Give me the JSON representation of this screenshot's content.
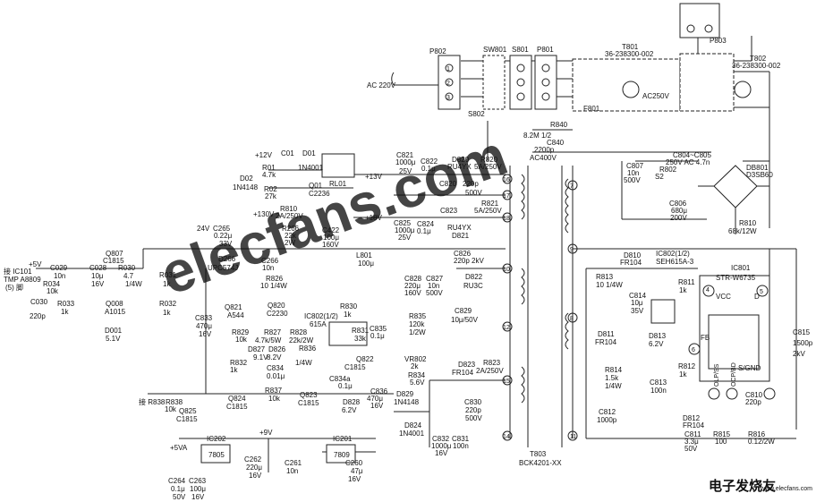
{
  "title_marks": {
    "t803": "T803",
    "t803_part": "BCK4201-XX",
    "t802": "T802",
    "t802_part": "36-238300-002",
    "t801": "T801",
    "t801_part": "36-238300-002"
  },
  "connectors": {
    "p802": "P802",
    "sw801": "SW801",
    "s801": "S801",
    "p801": "P801",
    "s802": "S802",
    "p803": "P803",
    "ac_in": "AC 220V",
    "f801": "F801",
    "ac250v": "AC250V"
  },
  "labels": [
    {
      "id": "r840",
      "text": "R840"
    },
    {
      "id": "r840v",
      "text": "8.2M 1/2"
    },
    {
      "id": "c840",
      "text": "C840"
    },
    {
      "id": "c840v",
      "text": "2200p"
    },
    {
      "id": "c840w",
      "text": "AC400V"
    },
    {
      "id": "c807",
      "text": "C807"
    },
    {
      "id": "c807v",
      "text": "10n"
    },
    {
      "id": "c807w",
      "text": "500V"
    },
    {
      "id": "r802",
      "text": "R802"
    },
    {
      "id": "r802v",
      "text": "S2"
    },
    {
      "id": "c804",
      "text": "C804~C805"
    },
    {
      "id": "c804v",
      "text": "250V AC 4.7n"
    },
    {
      "id": "db801",
      "text": "DB801"
    },
    {
      "id": "db801v",
      "text": "D3SB60"
    },
    {
      "id": "c806",
      "text": "C806"
    },
    {
      "id": "c806v",
      "text": "680μ"
    },
    {
      "id": "c806w",
      "text": "200V"
    },
    {
      "id": "r810",
      "text": "R810"
    },
    {
      "id": "r810v",
      "text": "68k/12W"
    },
    {
      "id": "c821",
      "text": "C821"
    },
    {
      "id": "c821v",
      "text": "1000μ"
    },
    {
      "id": "c821w",
      "text": "25V"
    },
    {
      "id": "c822",
      "text": "C822"
    },
    {
      "id": "c822v",
      "text": "0.1μ"
    },
    {
      "id": "d820",
      "text": "D820"
    },
    {
      "id": "d820v",
      "text": "RU4YX"
    },
    {
      "id": "r820",
      "text": "R820"
    },
    {
      "id": "r820v",
      "text": "5A/250V"
    },
    {
      "id": "c820",
      "text": "C820"
    },
    {
      "id": "c820v",
      "text": "220p"
    },
    {
      "id": "c820w",
      "text": "500V"
    },
    {
      "id": "c823",
      "text": "C823"
    },
    {
      "id": "r821",
      "text": "R821"
    },
    {
      "id": "r821v",
      "text": "5A/250V"
    },
    {
      "id": "c825",
      "text": "C825"
    },
    {
      "id": "c825v",
      "text": "1000μ"
    },
    {
      "id": "c825w",
      "text": "25V"
    },
    {
      "id": "c824",
      "text": "C824"
    },
    {
      "id": "c824v",
      "text": "0.1μ"
    },
    {
      "id": "d821",
      "text": "RU4YX"
    },
    {
      "id": "d821b",
      "text": "D821"
    },
    {
      "id": "p13v",
      "text": "+13V"
    },
    {
      "id": "p18v",
      "text": "+18V"
    },
    {
      "id": "p130v",
      "text": "+130V"
    },
    {
      "id": "p5v",
      "text": "+5V"
    },
    {
      "id": "p9v",
      "text": "+9V"
    },
    {
      "id": "p12v",
      "text": "+12V"
    },
    {
      "id": "p5va",
      "text": "+5VA"
    },
    {
      "id": "rl01",
      "text": "RL01"
    },
    {
      "id": "d01",
      "text": "D01"
    },
    {
      "id": "d01v",
      "text": "1N4001"
    },
    {
      "id": "d02",
      "text": "D02"
    },
    {
      "id": "d02v",
      "text": "1N4148"
    },
    {
      "id": "q01",
      "text": "Q01"
    },
    {
      "id": "q01v",
      "text": "C2236"
    },
    {
      "id": "r01",
      "text": "R01"
    },
    {
      "id": "r01v",
      "text": "4.7k"
    },
    {
      "id": "r02",
      "text": "R02"
    },
    {
      "id": "r02v",
      "text": "27k"
    },
    {
      "id": "c01",
      "text": "C01"
    },
    {
      "id": "r810b",
      "text": "R810"
    },
    {
      "id": "r810bv",
      "text": "2A/250V"
    },
    {
      "id": "c265",
      "text": "C265"
    },
    {
      "id": "c265v",
      "text": "0.22μ"
    },
    {
      "id": "c265w",
      "text": "33V"
    },
    {
      "id": "c265x",
      "text": "24V"
    },
    {
      "id": "r266",
      "text": "R266"
    },
    {
      "id": "r266v",
      "text": "22k"
    },
    {
      "id": "r266w",
      "text": "2W"
    },
    {
      "id": "c422",
      "text": "C422"
    },
    {
      "id": "c422v",
      "text": "100μ"
    },
    {
      "id": "c422w",
      "text": "160V"
    },
    {
      "id": "l801",
      "text": "L801"
    },
    {
      "id": "l801v",
      "text": "100μ"
    },
    {
      "id": "d266",
      "text": "D266"
    },
    {
      "id": "d266v",
      "text": "UPC574J"
    },
    {
      "id": "c266",
      "text": "C266"
    },
    {
      "id": "c266v",
      "text": "10n"
    },
    {
      "id": "c828",
      "text": "C828"
    },
    {
      "id": "c828v",
      "text": "220μ"
    },
    {
      "id": "c828w",
      "text": "160V"
    },
    {
      "id": "c827",
      "text": "C827"
    },
    {
      "id": "c827v",
      "text": "10n"
    },
    {
      "id": "c827w",
      "text": "500V"
    },
    {
      "id": "c826",
      "text": "C826"
    },
    {
      "id": "c826v",
      "text": "220p 2kV"
    },
    {
      "id": "d822",
      "text": "D822"
    },
    {
      "id": "d822v",
      "text": "RU3C"
    },
    {
      "id": "c829",
      "text": "C829"
    },
    {
      "id": "c829v",
      "text": "10μ/50V"
    },
    {
      "id": "r835",
      "text": "R835"
    },
    {
      "id": "r835v",
      "text": "120k"
    },
    {
      "id": "r835w",
      "text": "1/2W"
    },
    {
      "id": "vr802",
      "text": "VR802"
    },
    {
      "id": "vr802v",
      "text": "2k"
    },
    {
      "id": "r834",
      "text": "R834"
    },
    {
      "id": "r834v",
      "text": "5.6V"
    },
    {
      "id": "d823",
      "text": "D823"
    },
    {
      "id": "d823v",
      "text": "FR104"
    },
    {
      "id": "r823",
      "text": "R823"
    },
    {
      "id": "r823v",
      "text": "2A/250V"
    },
    {
      "id": "c830",
      "text": "C830"
    },
    {
      "id": "c830v",
      "text": "220p"
    },
    {
      "id": "c830w",
      "text": "500V"
    },
    {
      "id": "c832",
      "text": "C832"
    },
    {
      "id": "c832v",
      "text": "1000μ"
    },
    {
      "id": "c832w",
      "text": "16V"
    },
    {
      "id": "c831",
      "text": "C831"
    },
    {
      "id": "c831v",
      "text": "100n"
    },
    {
      "id": "d824",
      "text": "D824"
    },
    {
      "id": "d824v",
      "text": "1N4001"
    },
    {
      "id": "d829",
      "text": "D829"
    },
    {
      "id": "d829v",
      "text": "1N4148"
    },
    {
      "id": "c836",
      "text": "C836"
    },
    {
      "id": "c836v",
      "text": "470μ"
    },
    {
      "id": "c836w",
      "text": "16V"
    },
    {
      "id": "ic802_2",
      "text": "IC802(1/2)"
    },
    {
      "id": "ic802_2v",
      "text": "615A"
    },
    {
      "id": "r830",
      "text": "R830"
    },
    {
      "id": "r830v",
      "text": "1k"
    },
    {
      "id": "r831",
      "text": "R831"
    },
    {
      "id": "r831v",
      "text": "33k"
    },
    {
      "id": "c835",
      "text": "C835"
    },
    {
      "id": "c835v",
      "text": "0.1μ"
    },
    {
      "id": "q822",
      "text": "Q822"
    },
    {
      "id": "q822v",
      "text": "C1815"
    },
    {
      "id": "r836",
      "text": "R836"
    },
    {
      "id": "r836v",
      "text": "1/4W"
    },
    {
      "id": "c834",
      "text": "C834"
    },
    {
      "id": "c834v",
      "text": "0.01μ"
    },
    {
      "id": "c834a",
      "text": "C834a"
    },
    {
      "id": "c834av",
      "text": "0.1μ"
    },
    {
      "id": "r837",
      "text": "R837"
    },
    {
      "id": "r837v",
      "text": "10k"
    },
    {
      "id": "q823",
      "text": "Q823"
    },
    {
      "id": "q823v",
      "text": "C1815"
    },
    {
      "id": "d828",
      "text": "D828"
    },
    {
      "id": "d828v",
      "text": "6.2V"
    },
    {
      "id": "q824",
      "text": "Q824"
    },
    {
      "id": "q824v",
      "text": "C1815"
    },
    {
      "id": "r838",
      "text": "R838"
    },
    {
      "id": "r838v",
      "text": "10k"
    },
    {
      "id": "q825",
      "text": "Q825"
    },
    {
      "id": "q825v",
      "text": "C1815"
    },
    {
      "id": "r832",
      "text": "R832"
    },
    {
      "id": "r832v",
      "text": "1k"
    },
    {
      "id": "q821",
      "text": "Q821"
    },
    {
      "id": "q821v",
      "text": "A544"
    },
    {
      "id": "r829",
      "text": "R829"
    },
    {
      "id": "r829v",
      "text": "10k"
    },
    {
      "id": "q820",
      "text": "Q820"
    },
    {
      "id": "q820v",
      "text": "C2230"
    },
    {
      "id": "r826",
      "text": "R826"
    },
    {
      "id": "r826v",
      "text": "10 1/4W"
    },
    {
      "id": "r827",
      "text": "R827"
    },
    {
      "id": "r827v",
      "text": "4.7k/5W"
    },
    {
      "id": "r828",
      "text": "R828"
    },
    {
      "id": "r828v",
      "text": "22k/2W"
    },
    {
      "id": "d827",
      "text": "D827"
    },
    {
      "id": "d827v",
      "text": "9.1V"
    },
    {
      "id": "d826",
      "text": "D826"
    },
    {
      "id": "d826v",
      "text": "8.2V"
    },
    {
      "id": "c833",
      "text": "C833"
    },
    {
      "id": "c833v",
      "text": "470μ"
    },
    {
      "id": "c833w",
      "text": "16V"
    },
    {
      "id": "q807",
      "text": "Q807"
    },
    {
      "id": "q807v",
      "text": "C1815"
    },
    {
      "id": "c029",
      "text": "C029"
    },
    {
      "id": "c029v",
      "text": "10n"
    },
    {
      "id": "c028",
      "text": "C028"
    },
    {
      "id": "c028v",
      "text": "10μ"
    },
    {
      "id": "c028w",
      "text": "16V"
    },
    {
      "id": "r030",
      "text": "R030"
    },
    {
      "id": "r030v",
      "text": "4.7"
    },
    {
      "id": "r030w",
      "text": "1/4W"
    },
    {
      "id": "r031",
      "text": "R031"
    },
    {
      "id": "r031v",
      "text": "1k"
    },
    {
      "id": "r032",
      "text": "R032"
    },
    {
      "id": "r032v",
      "text": "1k"
    },
    {
      "id": "r034",
      "text": "R034"
    },
    {
      "id": "r034v",
      "text": "10k"
    },
    {
      "id": "c030",
      "text": "C030"
    },
    {
      "id": "c030v",
      "text": "220p"
    },
    {
      "id": "r033",
      "text": "R033"
    },
    {
      "id": "r033v",
      "text": "1k"
    },
    {
      "id": "q008",
      "text": "Q008"
    },
    {
      "id": "q008v",
      "text": "A1015"
    },
    {
      "id": "d001",
      "text": "D001"
    },
    {
      "id": "d001v",
      "text": "5.1V"
    },
    {
      "id": "conn_ic101",
      "text": "接 IC101"
    },
    {
      "id": "conn_ic101b",
      "text": "TMP A8809"
    },
    {
      "id": "conn_ic101c",
      "text": "(5) 脚"
    },
    {
      "id": "conn_r838",
      "text": "接 R838"
    },
    {
      "id": "ic202",
      "text": "IC202"
    },
    {
      "id": "ic202v",
      "text": "7805"
    },
    {
      "id": "ic201",
      "text": "IC201"
    },
    {
      "id": "ic201v",
      "text": "7809"
    },
    {
      "id": "c262",
      "text": "C262"
    },
    {
      "id": "c262v",
      "text": "220μ"
    },
    {
      "id": "c262w",
      "text": "16V"
    },
    {
      "id": "c261",
      "text": "C261"
    },
    {
      "id": "c261v",
      "text": "10n"
    },
    {
      "id": "c260",
      "text": "C260"
    },
    {
      "id": "c260v",
      "text": "47μ"
    },
    {
      "id": "c260w",
      "text": "16V"
    },
    {
      "id": "c264",
      "text": "C264"
    },
    {
      "id": "c264v",
      "text": "0.1μ"
    },
    {
      "id": "c264w",
      "text": "50V"
    },
    {
      "id": "c263",
      "text": "C263"
    },
    {
      "id": "c263v",
      "text": "100μ"
    },
    {
      "id": "c263w",
      "text": "16V"
    },
    {
      "id": "d810",
      "text": "D810"
    },
    {
      "id": "d810v",
      "text": "FR104"
    },
    {
      "id": "r813",
      "text": "R813"
    },
    {
      "id": "r813v",
      "text": "10 1/4W"
    },
    {
      "id": "ic802",
      "text": "IC802(1/2)"
    },
    {
      "id": "ic802v",
      "text": "SEH615A-3"
    },
    {
      "id": "ic801",
      "text": "IC801"
    },
    {
      "id": "ic801v",
      "text": "STR-W6735"
    },
    {
      "id": "c814",
      "text": "C814"
    },
    {
      "id": "c814v",
      "text": "10μ"
    },
    {
      "id": "c814w",
      "text": "35V"
    },
    {
      "id": "r811",
      "text": "R811"
    },
    {
      "id": "r811v",
      "text": "1k"
    },
    {
      "id": "d811",
      "text": "D811"
    },
    {
      "id": "d811v",
      "text": "FR104"
    },
    {
      "id": "d813",
      "text": "D813"
    },
    {
      "id": "d813v",
      "text": "6.2V"
    },
    {
      "id": "r814",
      "text": "R814"
    },
    {
      "id": "r814v",
      "text": "1.5k"
    },
    {
      "id": "r814w",
      "text": "1/4W"
    },
    {
      "id": "r812",
      "text": "R812"
    },
    {
      "id": "r812v",
      "text": "1k"
    },
    {
      "id": "c813",
      "text": "C813"
    },
    {
      "id": "c813v",
      "text": "100n"
    },
    {
      "id": "c812",
      "text": "C812"
    },
    {
      "id": "c812v",
      "text": "1000p"
    },
    {
      "id": "d812",
      "text": "D812"
    },
    {
      "id": "d812v",
      "text": "FR104"
    },
    {
      "id": "c811",
      "text": "C811"
    },
    {
      "id": "c811v",
      "text": "3.3μ"
    },
    {
      "id": "c811w",
      "text": "50V"
    },
    {
      "id": "r815",
      "text": "R815"
    },
    {
      "id": "r815v",
      "text": "100"
    },
    {
      "id": "c810",
      "text": "C810"
    },
    {
      "id": "c810v",
      "text": "220p"
    },
    {
      "id": "r816",
      "text": "R816"
    },
    {
      "id": "r816v",
      "text": "0.12/2W"
    },
    {
      "id": "c815",
      "text": "C815"
    },
    {
      "id": "c815v",
      "text": "1500p"
    },
    {
      "id": "c815w",
      "text": "2kV"
    },
    {
      "id": "pin_vcc",
      "text": "VCC"
    },
    {
      "id": "pin_d",
      "text": "D"
    },
    {
      "id": "pin_fb",
      "text": "FB"
    },
    {
      "id": "pin_sgnd",
      "text": "S/GND"
    },
    {
      "id": "pin_olp",
      "text": "OLP/SS"
    },
    {
      "id": "pin_ocp",
      "text": "OCP/BD"
    }
  ],
  "transformer_pins": [
    "7",
    "8",
    "9",
    "16",
    "17",
    "18",
    "10",
    "12",
    "11",
    "15",
    "14",
    "1",
    "2",
    "3",
    "4",
    "5",
    "6"
  ],
  "watermark": {
    "text": "elecfans.com",
    "cn": "电子发烧友",
    "url": "www.elecfans.com",
    "color": "#c0392b"
  }
}
